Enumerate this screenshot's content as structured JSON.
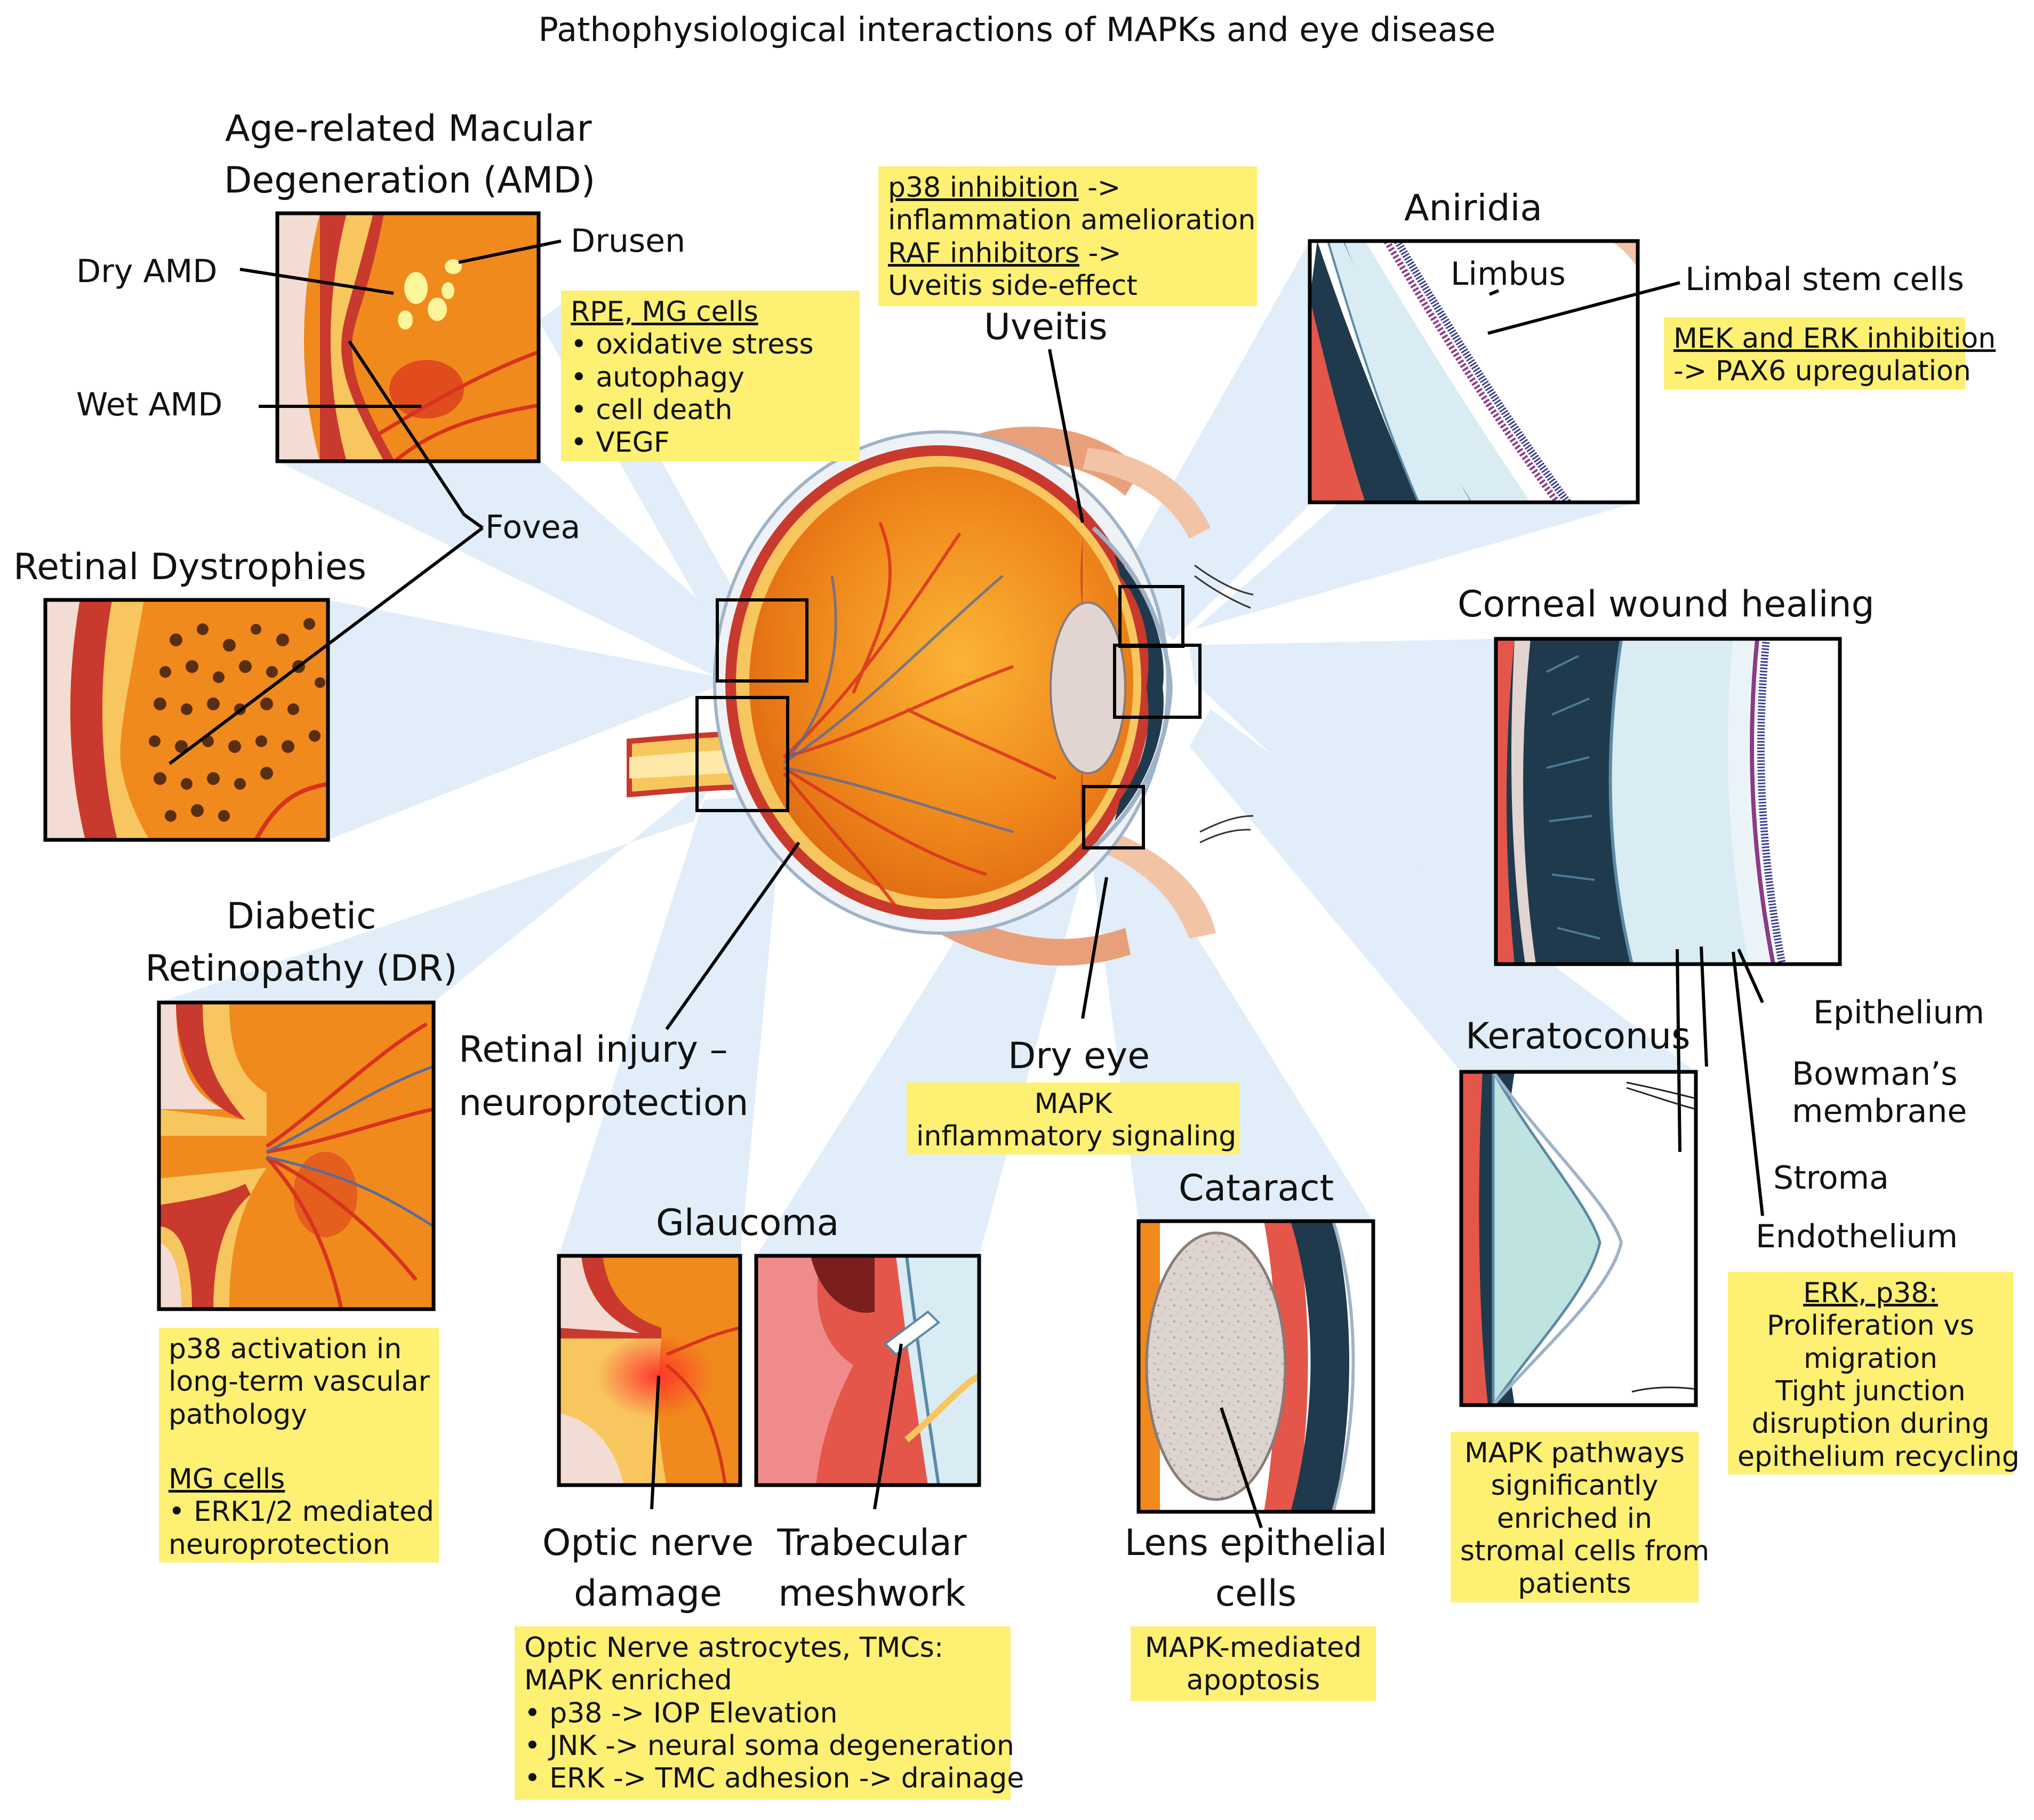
{
  "title": "Pathophysiological interactions of MAPKs and eye disease",
  "labels": {
    "amd_title_1": "Age-related Macular",
    "amd_title_2": "Degeneration (AMD)",
    "dry_amd": "Dry AMD",
    "wet_amd": "Wet AMD",
    "drusen": "Drusen",
    "fovea": "Fovea",
    "retinal_dystrophies": "Retinal Dystrophies",
    "dr_title_1": "Diabetic",
    "dr_title_2": "Retinopathy (DR)",
    "retinal_injury_1": "Retinal injury –",
    "retinal_injury_2": "neuroprotection",
    "uveitis": "Uveitis",
    "dry_eye": "Dry eye",
    "aniridia": "Aniridia",
    "limbus": "Limbus",
    "limbal_stem_cells": "Limbal stem cells",
    "corneal_wound_healing": "Corneal wound healing",
    "epithelium": "Epithelium",
    "bowmans_1": "Bowman’s",
    "bowmans_2": "membrane",
    "stroma": "Stroma",
    "endothelium": "Endothelium",
    "keratoconus": "Keratoconus",
    "cataract": "Cataract",
    "lens_1": "Lens epithelial",
    "lens_2": "cells",
    "glaucoma": "Glaucoma",
    "optic_1": "Optic nerve",
    "optic_2": "damage",
    "trab_1": "Trabecular",
    "trab_2": "meshwork"
  },
  "notes": {
    "amd": {
      "head": "RPE, MG cells",
      "items": [
        "• oxidative stress",
        "• autophagy",
        "• cell death",
        "• VEGF"
      ]
    },
    "uveitis": {
      "l1u": "p38 inhibition",
      "l1": " ->",
      "l2": "inflammation amelioration",
      "l3u": "RAF inhibitors",
      "l3": " ->",
      "l4": "Uveitis side-effect"
    },
    "aniridia": {
      "l1": "MEK and ERK inhibition",
      "l2": "-> PAX6 upregulation"
    },
    "dr": {
      "l1": "p38 activation in",
      "l2": "long-term vascular",
      "l3": "pathology",
      "l4": "MG cells",
      "l5": "• ERK1/2 mediated",
      "l6": "neuroprotection"
    },
    "dry_eye": {
      "l1": "MAPK",
      "l2": "inflammatory signaling"
    },
    "glaucoma": {
      "l1": "Optic Nerve astrocytes, TMCs:",
      "l2": "MAPK enriched",
      "l3": "• p38 -> IOP Elevation",
      "l4": "• JNK -> neural soma degeneration",
      "l5": "• ERK -> TMC adhesion -> drainage"
    },
    "cataract": {
      "l1": "MAPK-mediated",
      "l2": "apoptosis"
    },
    "keratoconus": {
      "l1": "MAPK pathways",
      "l2": "significantly",
      "l3": "enriched in",
      "l4": "stromal cells from",
      "l5": "patients"
    },
    "corneal": {
      "l1": "ERK, p38:",
      "l2": "Proliferation vs",
      "l3": "migration",
      "l4": "Tight junction",
      "l5": "disruption during",
      "l6": "epithelium recycling"
    }
  },
  "colors": {
    "note_bg": "#fdf073",
    "beam": "#dcebf8",
    "retina_orange": "#f08a1c",
    "vessel_red": "#d8321e",
    "cornea_dark": "#1f3a4d"
  }
}
